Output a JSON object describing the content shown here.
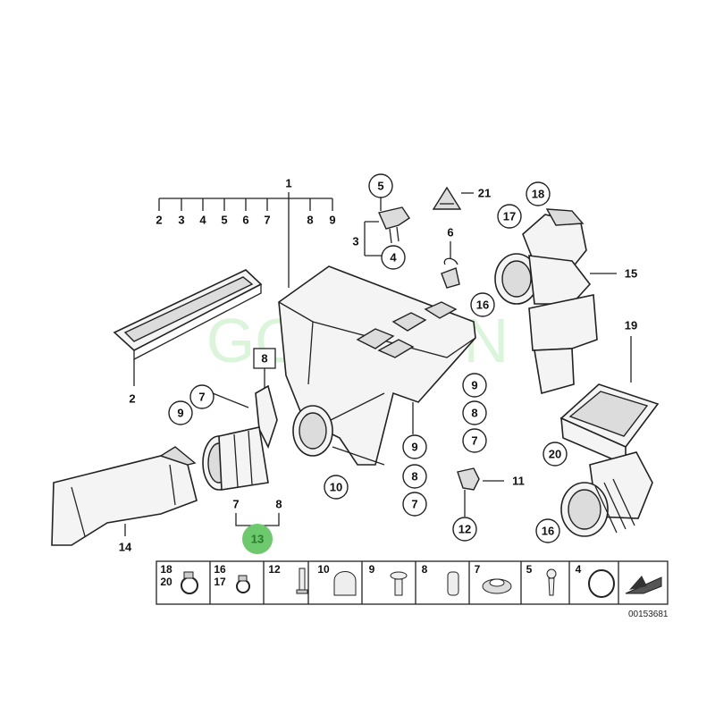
{
  "callouts": {
    "n1": "1",
    "n2a": "2",
    "n3a": "3",
    "n4a": "4",
    "n5a": "5",
    "n6a": "6",
    "n7a": "7",
    "n8a": "8",
    "n9a": "9",
    "n2": "2",
    "n3": "3",
    "n4": "4",
    "n5": "5",
    "n6": "6",
    "n21": "21",
    "n17": "17",
    "n18": "18",
    "n15": "15",
    "n16a": "16",
    "n8b": "8",
    "n7b": "7",
    "n9b": "9",
    "n9c": "9",
    "n8c": "8",
    "n7c": "7",
    "n11": "11",
    "n12": "12",
    "n10": "10",
    "n9d": "9",
    "n8d": "8",
    "n7d": "7",
    "n7e": "7",
    "n8e": "8",
    "n13": "13",
    "n14": "14",
    "n19": "19",
    "n20": "20",
    "n16b": "16"
  },
  "legend": {
    "c18": "18",
    "c20": "20",
    "c16": "16",
    "c17": "17",
    "c12": "12",
    "c10": "10",
    "c9": "9",
    "c8": "8",
    "c7": "7",
    "c5": "5",
    "c4": "4"
  },
  "footer_code": "00153681",
  "watermark": "GON QON",
  "colors": {
    "highlight": "#6cc96c",
    "watermark": "#7ddc7d"
  }
}
